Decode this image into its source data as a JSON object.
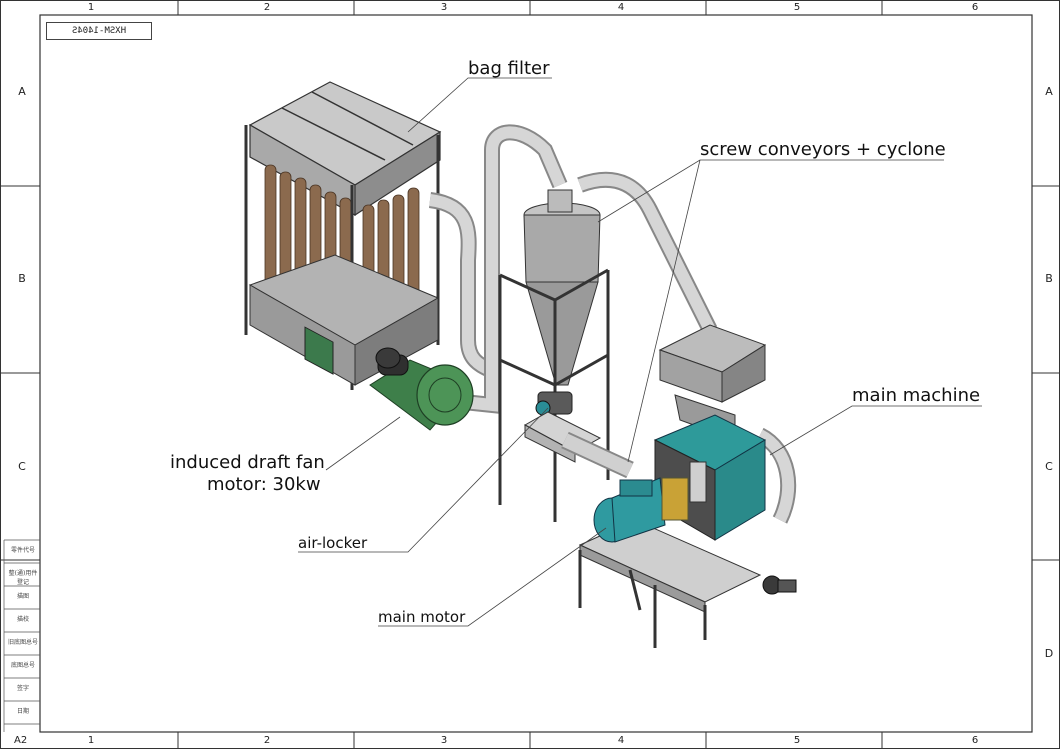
{
  "sheet": {
    "drawing_code": "HXSM-1404S",
    "sheet_size": "A2",
    "columns": [
      "1",
      "2",
      "3",
      "4",
      "5",
      "6"
    ],
    "rows": [
      "A",
      "B",
      "C",
      "D"
    ],
    "title_block": [
      "零件代号",
      "整(通)用件登记",
      "描图",
      "描校",
      "旧底图总号",
      "底图总号",
      "签字",
      "日期"
    ]
  },
  "callouts": {
    "bag_filter": "bag filter",
    "screw_conveyors_cyclone": "screw conveyors + cyclone",
    "main_machine": "main machine",
    "induced_fan_line1": "induced draft fan",
    "induced_fan_line2": "motor: 30kw",
    "air_locker": "air-locker",
    "main_motor": "main motor"
  },
  "colors": {
    "frame": "#333333",
    "filter_bags": "#8b6a4e",
    "steel": "#b5b5b5",
    "steel_dark": "#6f6f6f",
    "fan_green": "#3e7f4a",
    "machine_teal": "#2e9a9a",
    "motor_teal": "#2f9aa0",
    "access_panel": "#3c7a4c"
  }
}
